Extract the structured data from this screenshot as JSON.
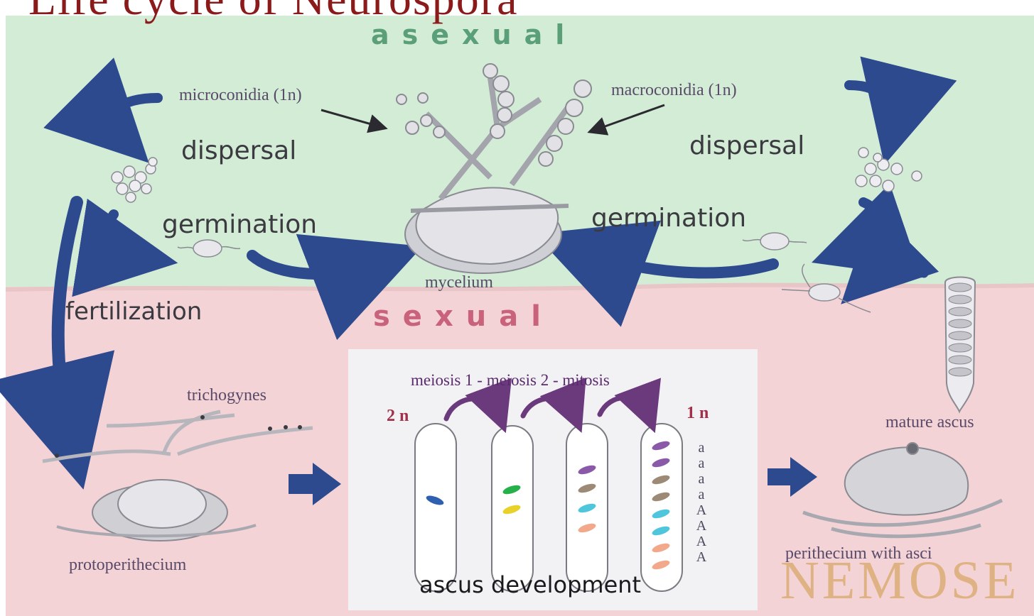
{
  "title_partial": "Life cycle of Neurospora",
  "zones": {
    "asexual": "asexual",
    "sexual": "sexual"
  },
  "labels": {
    "microconidia": "microconidia (1n)",
    "macroconidia": "macroconidia (1n)",
    "dispersal_left": "dispersal",
    "dispersal_right": "dispersal",
    "germination_left": "germination",
    "germination_right": "germination",
    "mycelium": "mycelium",
    "fertilization": "fertilization",
    "trichogynes": "trichogynes",
    "protoperithecium": "protoperithecium",
    "meiosis_sequence": "meiosis 1 - meiosis 2 - mitosis",
    "ploidy_2n": "2 n",
    "ploidy_1n": "1 n",
    "ascus_development": "ascus development",
    "mature_ascus": "mature ascus",
    "perithecium": "perithecium with asci",
    "watermark": "NEMOSE"
  },
  "spore_mating_types": [
    "a",
    "a",
    "a",
    "a",
    "A",
    "A",
    "A",
    "A"
  ],
  "colors": {
    "asexual_bg": "#d3ecd6",
    "sexual_bg": "#f3d3d5",
    "asexual_text": "#5a9f77",
    "sexual_text": "#c9627b",
    "arrow_blue": "#2e4a8f",
    "arrow_purple": "#6b3a7d",
    "spore_blue": "#2f5fb0",
    "spore_green": "#26b04a",
    "spore_yellow": "#e8d22a",
    "spore_purple": "#8a5aa8",
    "spore_brown": "#9c8a76",
    "spore_cyan": "#4fc6dc",
    "spore_salmon": "#f2a88a",
    "watermark": "#d9a86a"
  }
}
